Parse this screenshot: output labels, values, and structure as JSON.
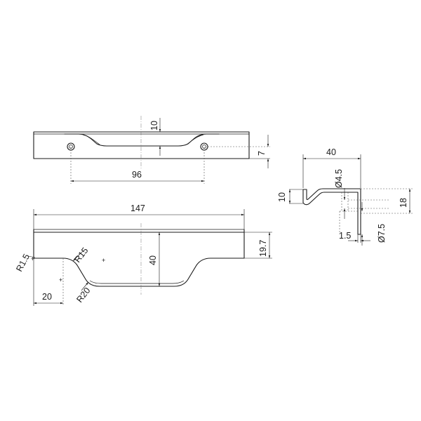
{
  "drawing": {
    "top_view": {
      "dim_top_depth": "10",
      "dim_hole_offset": "7",
      "dim_hole_spacing": "96"
    },
    "front_view": {
      "dim_length": "147",
      "dim_height": "40",
      "dim_bottom_depth": "19.7",
      "dim_radius_small": "R1.5",
      "dim_radius_medium": "R15",
      "dim_radius_large": "R20",
      "dim_end_offset": "20"
    },
    "side_view": {
      "dim_width": "40",
      "dim_lip": "10",
      "dim_thread": "Ø4.5",
      "dim_counterbore": "Ø7.5",
      "dim_depth": "18",
      "dim_wall": "1.5"
    }
  }
}
